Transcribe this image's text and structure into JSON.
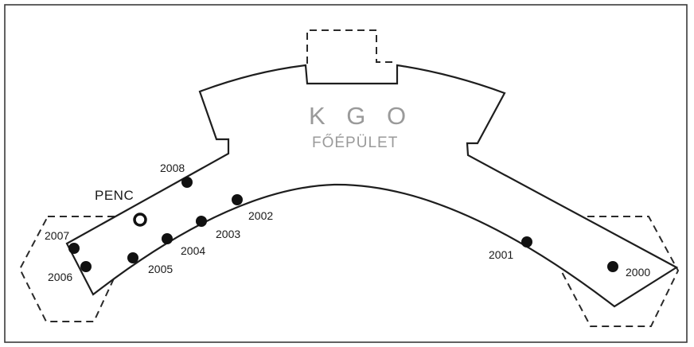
{
  "diagram": {
    "title": "K G O",
    "subtitle": "FŐÉPÜLET",
    "marker_label": "PENC",
    "stations": [
      {
        "id": "2000",
        "label": "2000",
        "marker": "filled"
      },
      {
        "id": "2001",
        "label": "2001",
        "marker": "filled"
      },
      {
        "id": "2002",
        "label": "2002",
        "marker": "filled"
      },
      {
        "id": "2003",
        "label": "2003",
        "marker": "filled"
      },
      {
        "id": "2004",
        "label": "2004",
        "marker": "filled"
      },
      {
        "id": "2005",
        "label": "2005",
        "marker": "filled"
      },
      {
        "id": "2006",
        "label": "2006",
        "marker": "filled"
      },
      {
        "id": "2007",
        "label": "2007",
        "marker": "filled"
      },
      {
        "id": "2008",
        "label": "2008",
        "marker": "filled"
      },
      {
        "id": "PENC",
        "label": "PENC",
        "marker": "open"
      }
    ],
    "colors": {
      "outline": "#1e1e1e",
      "station": "#111111",
      "title": "#9a9a9a"
    }
  }
}
